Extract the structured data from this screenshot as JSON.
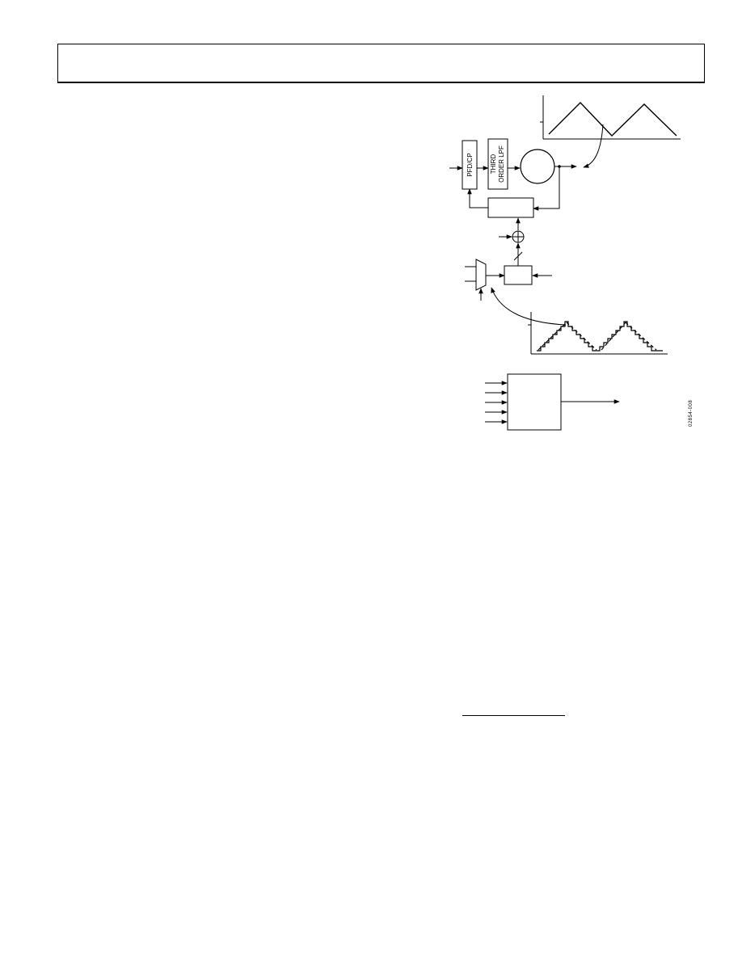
{
  "header": {
    "title": ""
  },
  "diagram": {
    "blocks": {
      "pfd_cp": {
        "label": "PFD/CP"
      },
      "lpf": {
        "label_line1": "THIRD",
        "label_line2": "ORDER LPF"
      }
    },
    "figure_code": "02854-008"
  }
}
